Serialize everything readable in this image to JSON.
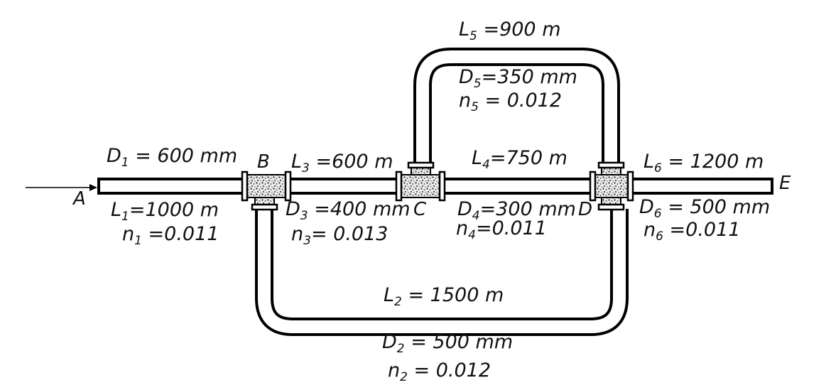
{
  "nodes": {
    "a": "A",
    "b": "B",
    "c": "C",
    "d": "D",
    "e": "E"
  },
  "pipes": [
    {
      "id": "1",
      "letter_l": "L",
      "letter_d": "D",
      "letter_n": "n",
      "sub": "1",
      "length": "=1000 m",
      "diameter": " = 600 mm",
      "roughness": " =0.011"
    },
    {
      "id": "2",
      "letter_l": "L",
      "letter_d": "D",
      "letter_n": "n",
      "sub": "2",
      "length": " = 1500 m",
      "diameter": " = 500 mm",
      "roughness": " = 0.012"
    },
    {
      "id": "3",
      "letter_l": "L",
      "letter_d": "D",
      "letter_n": "n",
      "sub": "3",
      "length": " =600 m",
      "diameter": " =400 mm",
      "roughness": "= 0.013"
    },
    {
      "id": "4",
      "letter_l": "L",
      "letter_d": "D",
      "letter_n": "n",
      "sub": "4",
      "length": "=750 m",
      "diameter": "=300 mm",
      "roughness": "=0.011"
    },
    {
      "id": "5",
      "letter_l": "L",
      "letter_d": "D",
      "letter_n": "n",
      "sub": "5",
      "length": " =900 m",
      "diameter": "=350 mm",
      "roughness": " = 0.012"
    },
    {
      "id": "6",
      "letter_l": "L",
      "letter_d": "D",
      "letter_n": "n",
      "sub": "6",
      "length": " = 1200 m",
      "diameter": " = 500 mm",
      "roughness": " =0.011"
    }
  ],
  "icons": [
    "inflow-arrow-icon",
    "tee-junction-icon"
  ],
  "colors": {
    "pipe": "#000000",
    "fill": "#ffffff",
    "junction_fill": "#dddddd",
    "text": "#111111"
  }
}
